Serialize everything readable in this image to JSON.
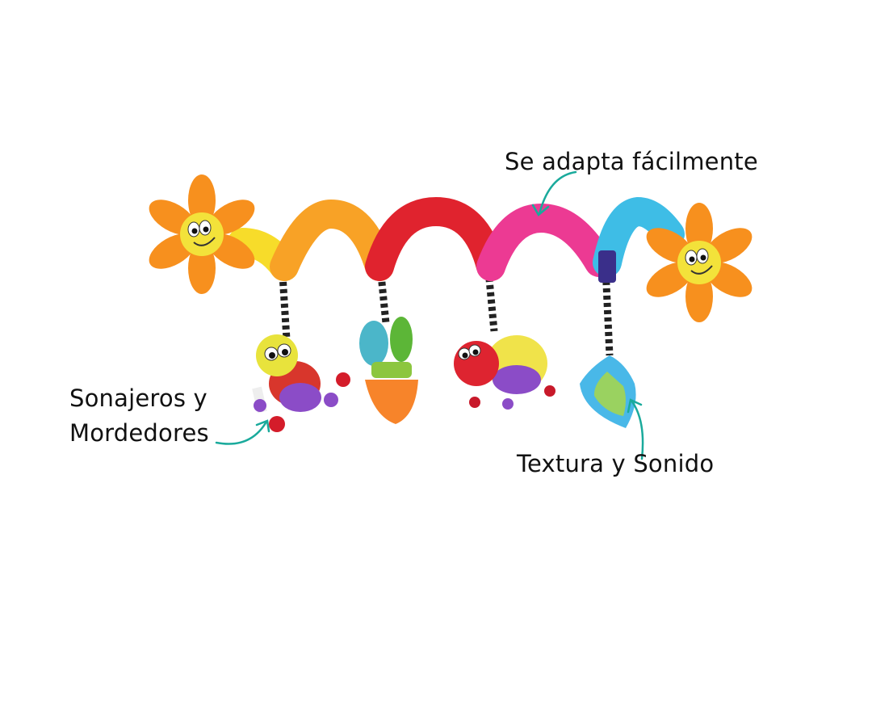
{
  "annotations": {
    "adapts": "Se adapta fácilmente",
    "rattles_line1": "Sonajeros y",
    "rattles_line2": "Mordedores",
    "texture": "Textura y Sonido"
  },
  "colors": {
    "arrow": "#1aaa9c",
    "text": "#111111"
  }
}
